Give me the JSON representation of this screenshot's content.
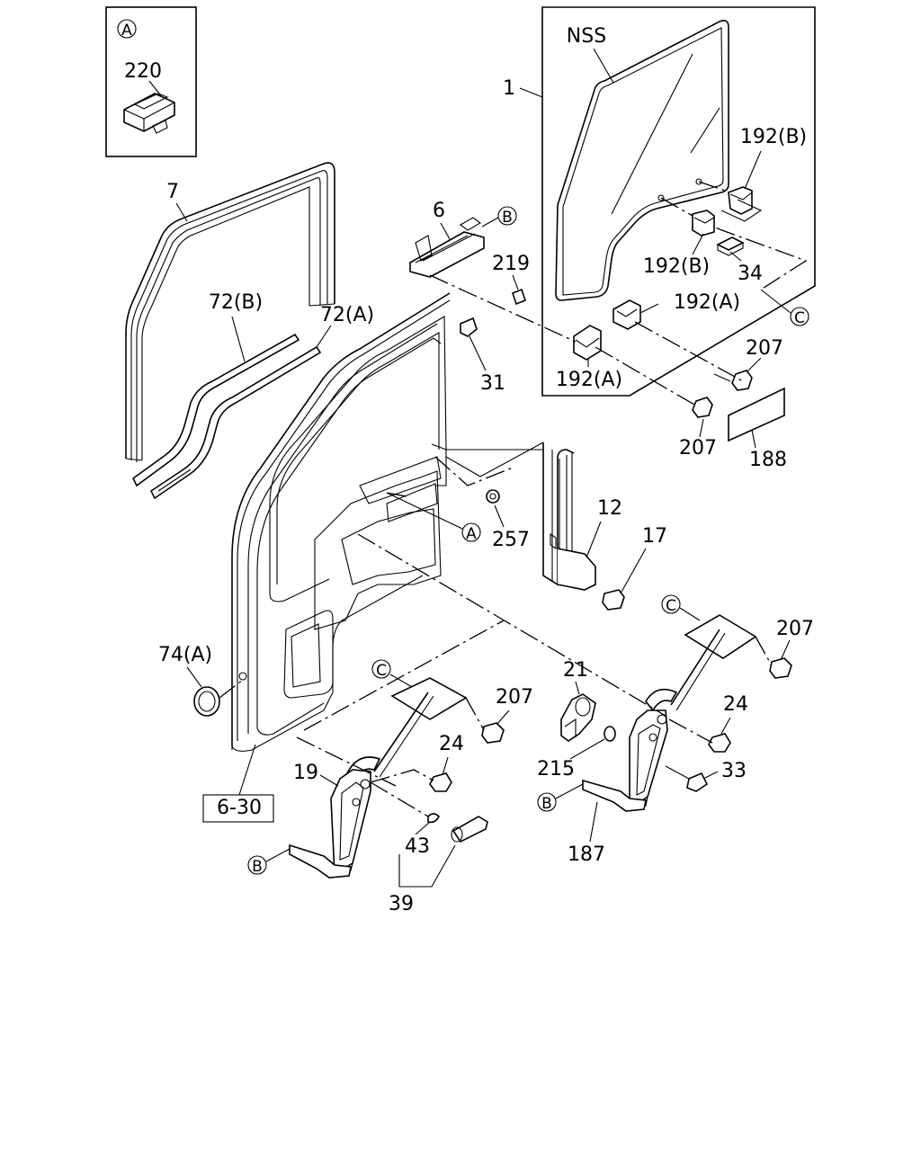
{
  "detail_box": {
    "marker": "A",
    "part_label": "220"
  },
  "glass_box": {
    "title": "NSS",
    "item_number": "1"
  },
  "labels": {
    "p7": "7",
    "p72b": "72(B)",
    "p72a": "72(A)",
    "p6": "6",
    "marker_b_top": "B",
    "p219": "219",
    "p31": "31",
    "p192b_top": "192(B)",
    "p192b_mid": "192(B)",
    "p34": "34",
    "p192a_right": "192(A)",
    "marker_c_right": "C",
    "p192a_left": "192(A)",
    "p207_a": "207",
    "p207_b": "207",
    "p188": "188",
    "marker_a_door": "A",
    "p257": "257",
    "p12": "12",
    "p17": "17",
    "marker_c_mid": "C",
    "p207_c": "207",
    "p74a": "74(A)",
    "p21": "21",
    "marker_c_left": "C",
    "p207_d": "207",
    "p24_right": "24",
    "p24_left": "24",
    "p215": "215",
    "p33": "33",
    "p19": "19",
    "ref_box": "6-30",
    "marker_b_right": "B",
    "p187": "187",
    "p43": "43",
    "marker_b_left": "B",
    "p39": "39"
  }
}
